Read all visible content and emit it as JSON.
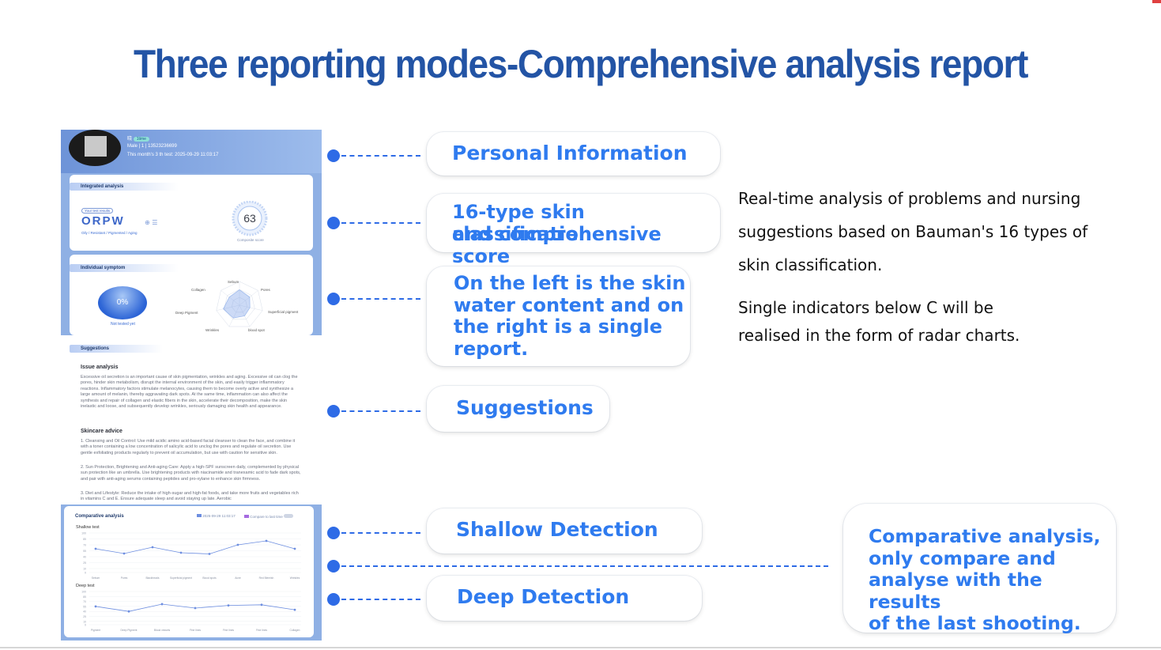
{
  "title": "Three reporting modes-Comprehensive analysis report",
  "phone": {
    "profile": {
      "name": "晓",
      "badge": "1time",
      "line1": "Male | 1 | 13523236699",
      "line2": "This month's 3 th test: 2025-09-29 11:03:17"
    },
    "integrated": {
      "title": "Integrated analysis",
      "tag": "Your test results",
      "type": "ORPW",
      "type_sub": "Oily / Resistant / Pigmented / Aging",
      "score": "63",
      "score_label": "Composite score"
    },
    "individual": {
      "title": "Individual symptom",
      "water_value": "0%",
      "water_label": "Not tested yet",
      "radar_labels": [
        "Sebum",
        "Pores",
        "Superficial pigment",
        "blood spot",
        "Wrinkles",
        "Deep Pigment",
        "Collagen"
      ]
    },
    "suggestions": {
      "title": "Suggestions",
      "issue_title": "Issue analysis",
      "issue_text": "Excessive oil secretion is an important cause of skin pigmentation, wrinkles and aging. Excessive oil can clog the pores, hinder skin metabolism, disrupt the internal environment of the skin, and easily trigger inflammatory reactions. Inflammatory factors stimulate melanocytes, causing them to become overly active and synthesize a large amount of melanin, thereby aggravating dark spots. At the same time, inflammation can also affect the synthesis and repair of collagen and elastic fibers in the skin, accelerate their decomposition, make the skin inelastic and loose, and subsequently develop wrinkles, seriously damaging skin health and appearance.",
      "advice_title": "Skincare advice",
      "advice_items": [
        "1. Cleansing and Oil Control: Use mild acidic amino acid-based facial cleanser to clean the face, and combine it with a toner containing a low concentration of salicylic acid to unclog the pores and regulate oil secretion. Use gentle exfoliating products regularly to prevent oil accumulation, but use with caution for sensitive skin.",
        "2. Sun Protection, Brightening and Anti-aging Care: Apply a high-SPF sunscreen daily, complemented by physical sun protection like an umbrella. Use brightening products with niacinamide and tranexamic acid to fade dark spots, and pair with anti-aging serums containing peptides and pro-xylane to enhance skin firmness.",
        "3. Diet and Lifestyle: Reduce the intake of high-sugar and high-fat foods, and take more fruits and vegetables rich in vitamins C and E. Ensure adequate sleep and avoid staying up late. Aerobic"
      ]
    },
    "comparative": {
      "title": "Comparative analysis",
      "legend": [
        "2025-09-29 11:03:17",
        "Compare to last time"
      ],
      "shallow_title": "Shallow test",
      "deep_title": "Deep test",
      "y_ticks": [
        "100",
        "85",
        "70",
        "55",
        "40",
        "25",
        "10",
        "0"
      ],
      "shallow_x": [
        "Sebum",
        "Pores",
        "Blackheads",
        "Superficial pigment",
        "Blood spots",
        "Acne",
        "Red Blemish",
        "Wrinkles"
      ],
      "deep_x": [
        "Pigment",
        "Deep Pigment",
        "Blood vessels",
        "Fine lines",
        "Fine lines",
        "Fine lines",
        "Collagen"
      ]
    }
  },
  "chart_data": [
    {
      "type": "line",
      "title": "Shallow test",
      "x": [
        "Sebum",
        "Pores",
        "Blackheads",
        "Superficial pigment",
        "Blood spots",
        "Acne",
        "Red Blemish",
        "Wrinkles"
      ],
      "series": [
        {
          "name": "2025-09-29 11:03:17",
          "values": [
            60,
            48,
            64,
            50,
            47,
            70,
            80,
            60
          ]
        }
      ],
      "ylim": [
        0,
        100
      ]
    },
    {
      "type": "line",
      "title": "Deep test",
      "x": [
        "Pigment",
        "Deep Pigment",
        "Blood vessels",
        "Fine lines",
        "Fine lines",
        "Fine lines",
        "Collagen"
      ],
      "series": [
        {
          "name": "2025-09-29 11:03:17",
          "values": [
            55,
            40,
            62,
            50,
            58,
            60,
            45
          ]
        }
      ],
      "ylim": [
        0,
        100
      ]
    },
    {
      "type": "radar",
      "axes": [
        "Sebum",
        "Pores",
        "Superficial pigment",
        "blood spot",
        "Wrinkles",
        "Deep Pigment",
        "Collagen"
      ],
      "values": [
        65,
        55,
        45,
        50,
        60,
        70,
        55
      ]
    }
  ],
  "callouts": {
    "personal": "Personal Information",
    "skin_line1": "16-type skin classification",
    "skin_line2": "and comprehensive score",
    "water": [
      "On the left is the skin",
      "water content and on",
      "the right is a single",
      "report."
    ],
    "suggestions": "Suggestions",
    "shallow": "Shallow Detection",
    "deep": "Deep Detection",
    "comparative": [
      "Comparative analysis,",
      "only compare and",
      "analyse with the results",
      "of the last shooting."
    ]
  },
  "descriptions": {
    "p1": [
      "Real-time analysis of problems and nursing",
      "suggestions based on Bauman's 16 types of",
      "skin classification."
    ],
    "p2": [
      "Single indicators below C will be",
      "realised in the form of radar charts."
    ]
  },
  "colors": {
    "title": "#2354a5",
    "callout_text": "#2f7bef",
    "connector": "#2e6be6"
  }
}
